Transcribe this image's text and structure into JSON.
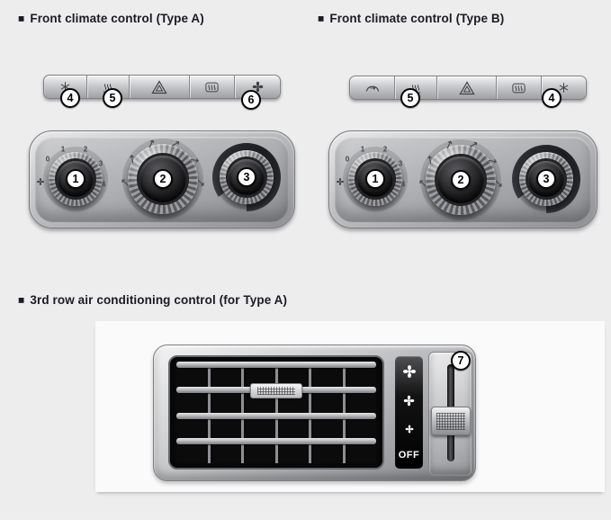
{
  "page": {
    "background": "#ededee",
    "footer_bar": "#ffffff"
  },
  "callout_style": {
    "fill": "#ffffff",
    "border": "#000000",
    "number_color": "#000000"
  },
  "sections": [
    {
      "bullet": "■",
      "heading": "Front climate control (Type A)",
      "strip": {
        "buttons": [
          {
            "icon": "ac-icon",
            "callout": "4"
          },
          {
            "icon": "front-defrost-icon",
            "callout": "5"
          },
          {
            "icon": "hazard-warning-icon"
          },
          {
            "icon": "rear-defrost-icon"
          },
          {
            "icon": "fan-icon",
            "callout": "6"
          }
        ]
      },
      "panel": {
        "knobs": [
          {
            "callout": "1",
            "ticks": [
              "0",
              "1",
              "2",
              "3",
              "4"
            ],
            "icon": "fan-icon"
          },
          {
            "callout": "2",
            "mode_mark_count": 6
          },
          {
            "callout": "3"
          }
        ]
      }
    },
    {
      "bullet": "■",
      "heading": "Front climate control (Type B)",
      "strip": {
        "buttons": [
          {
            "icon": "recirculation-icon"
          },
          {
            "icon": "front-defrost-icon",
            "callout": "5"
          },
          {
            "icon": "hazard-warning-icon"
          },
          {
            "icon": "rear-defrost-icon"
          },
          {
            "icon": "ac-icon",
            "callout": "4"
          }
        ]
      },
      "panel": {
        "knobs": [
          {
            "callout": "1",
            "ticks": [
              "0",
              "1",
              "2",
              "3",
              "4"
            ],
            "icon": "fan-icon"
          },
          {
            "callout": "2",
            "mode_mark_count": 6
          },
          {
            "callout": "3"
          }
        ]
      }
    },
    {
      "bullet": "■",
      "heading": "3rd row air conditioning control (for Type A)",
      "fan_control": {
        "level_icons": [
          "fan-high-icon",
          "fan-medium-icon",
          "fan-low-icon"
        ],
        "off_label": "OFF",
        "slider_callout": "7"
      }
    }
  ]
}
